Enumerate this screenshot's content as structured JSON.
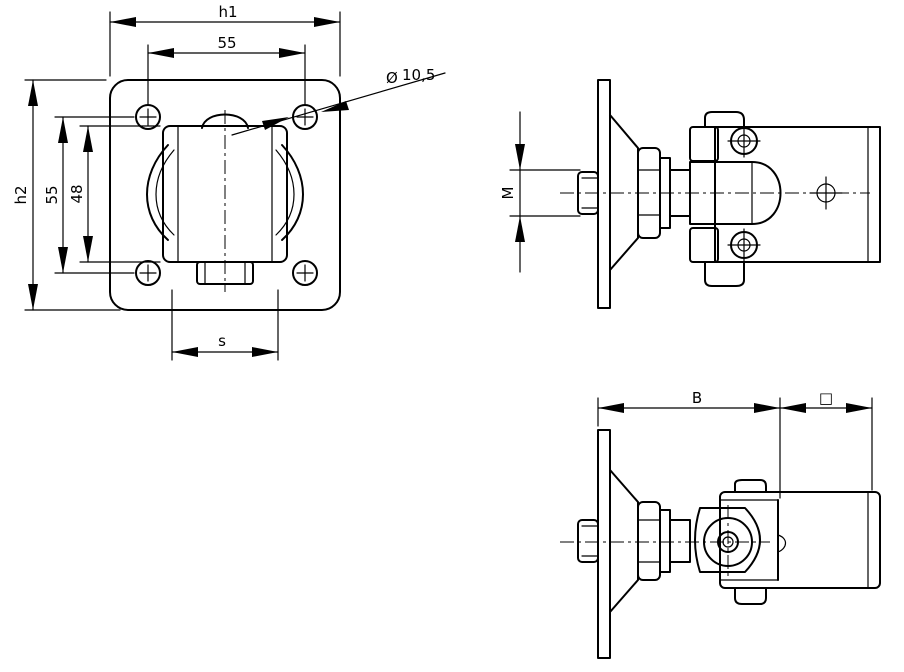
{
  "dimensions": {
    "h1": "h1",
    "top_spacing": "55",
    "hole_dia_symbol": "Ø",
    "hole_dia": "10,5",
    "h2": "h2",
    "left_spacing": "55",
    "inner_height": "48",
    "s": "s",
    "m": "M",
    "b": "B",
    "square_symbol": "□"
  },
  "colors": {
    "line": "#000000",
    "background": "#ffffff"
  }
}
